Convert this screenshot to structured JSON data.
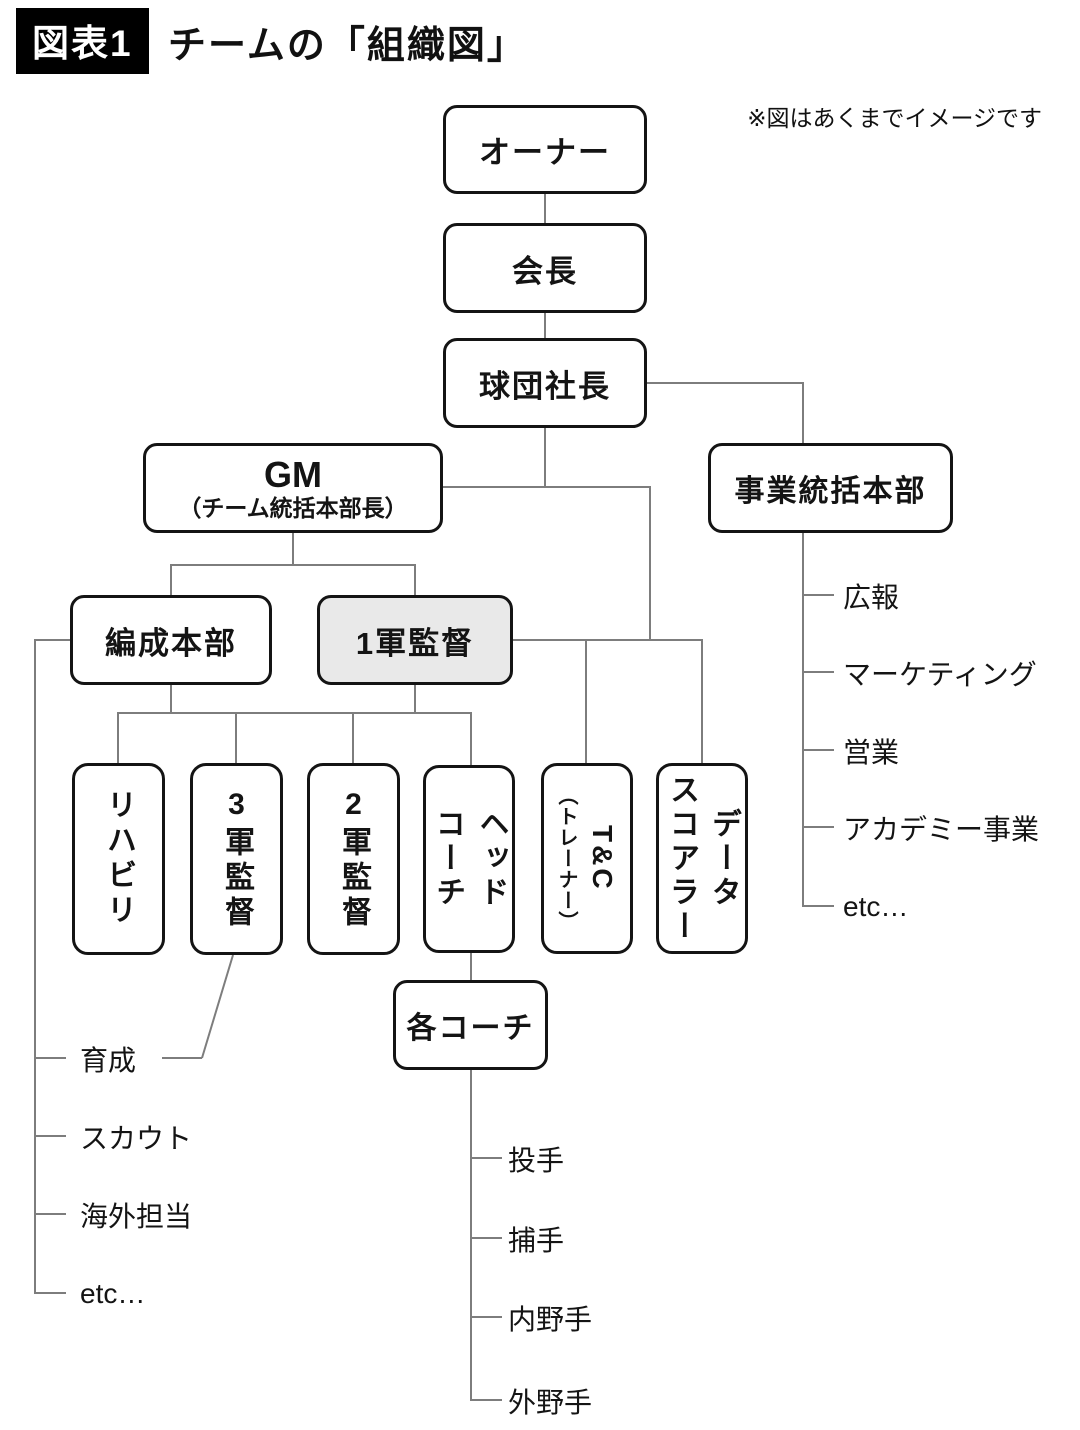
{
  "figure": {
    "badge": "図表1",
    "title": "チームの「組織図」",
    "note": "※図はあくまでイメージです"
  },
  "colors": {
    "connector_line": "#7d7d7d",
    "box_border": "#141414",
    "highlight_fill": "#e9e9e9",
    "badge_bg": "#000000",
    "badge_text": "#ffffff"
  },
  "boxes": {
    "owner": "オーナー",
    "chairman": "会長",
    "president": "球団社長",
    "gm": "GM",
    "gm_sub": "（チーム統括本部長）",
    "business_hq": "事業統括本部",
    "roster_hq": "編成本部",
    "first_team_manager": "1軍監督",
    "rehab": "リハビリ",
    "third_team_num": "3",
    "third_team_suffix": "軍監督",
    "second_team_num": "2",
    "second_team_suffix": "軍監督",
    "head_coach_1": "ヘッド",
    "head_coach_2": "コーチ",
    "tc_1": "T&C",
    "tc_2": "（トレーナー）",
    "data_scorer_1": "データ",
    "data_scorer_2": "スコアラー",
    "each_coach": "各コーチ"
  },
  "business_list": [
    "広報",
    "マーケティング",
    "営業",
    "アカデミー事業",
    "etc…"
  ],
  "roster_list": [
    "育成",
    "スカウト",
    "海外担当",
    "etc…"
  ],
  "position_list": [
    "投手",
    "捕手",
    "内野手",
    "外野手"
  ]
}
